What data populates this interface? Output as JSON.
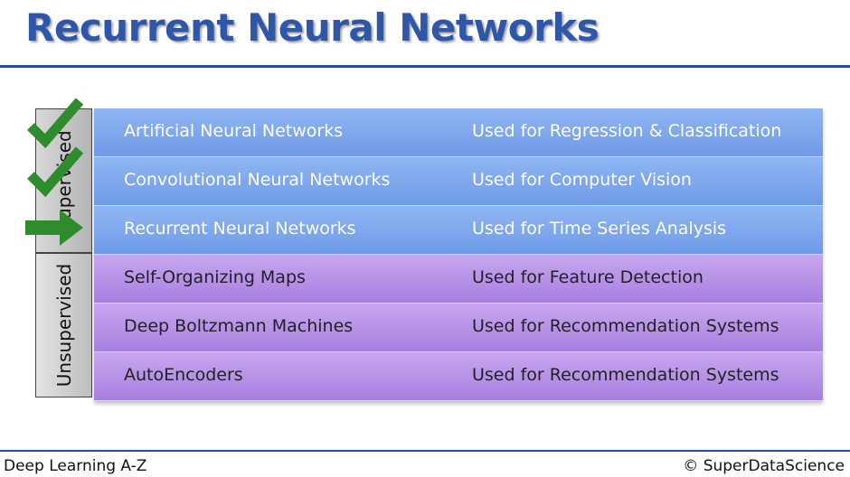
{
  "slide": {
    "title": "Recurrent Neural Networks"
  },
  "groups": {
    "supervised_label": "Supervised",
    "unsupervised_label": "Unsupervised"
  },
  "rows": [
    {
      "name": "Artificial Neural Networks",
      "use": "Used for Regression & Classification",
      "group": "supervised",
      "status": "check-icon"
    },
    {
      "name": "Convolutional Neural Networks",
      "use": "Used for Computer Vision",
      "group": "supervised",
      "status": "check-icon"
    },
    {
      "name": "Recurrent Neural Networks",
      "use": "Used for Time Series Analysis",
      "group": "supervised",
      "status": "arrow-right-icon"
    },
    {
      "name": "Self-Organizing Maps",
      "use": "Used for Feature Detection",
      "group": "unsupervised"
    },
    {
      "name": "Deep Boltzmann Machines",
      "use": "Used for Recommendation Systems",
      "group": "unsupervised"
    },
    {
      "name": "AutoEncoders",
      "use": "Used for Recommendation Systems",
      "group": "unsupervised"
    }
  ],
  "footer": {
    "left": "Deep Learning A-Z",
    "right": "© SuperDataScience"
  },
  "colors": {
    "title": "#2f57a8",
    "rule": "#2b4f8f",
    "supervised_row": "#7fa8ee",
    "unsupervised_row": "#b48fe6",
    "mark_green": "#2e8b2e"
  }
}
